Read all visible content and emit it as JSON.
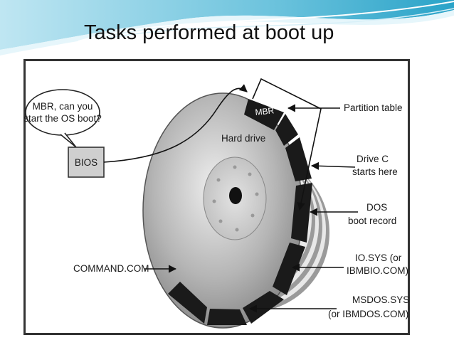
{
  "title": "Tasks performed at boot up",
  "figure": {
    "bubble_lines": [
      "MBR, can you",
      "start the OS boot?"
    ],
    "bios_label": "BIOS",
    "mbr_label": "MBR",
    "disk_label": "Hard drive",
    "partition_table": "Partition table",
    "drive_c": [
      "Drive C",
      "starts here"
    ],
    "dos_boot": [
      "DOS",
      "boot record"
    ],
    "io_sys": [
      "IO.SYS (or",
      "IBMBIO.COM)"
    ],
    "msdos_sys": [
      "MSDOS.SYS",
      "(or IBMDOS.COM)"
    ],
    "command_com": "COMMAND.COM"
  }
}
